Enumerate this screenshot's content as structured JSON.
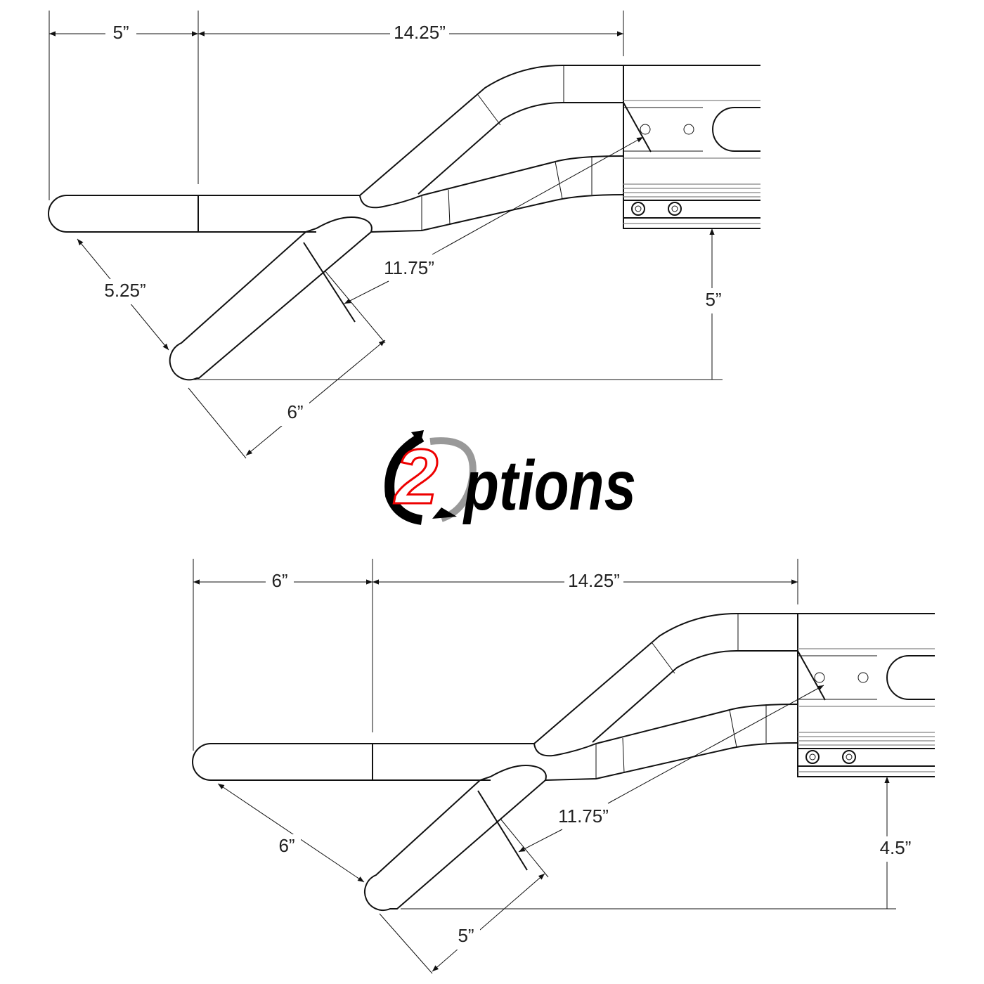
{
  "logo": {
    "numeral": "2",
    "text": "ptions",
    "accent_color": "#e00000"
  },
  "option_1": {
    "dims": {
      "tip_length": "5”",
      "straight_length": "14.25”",
      "diagonal_tip": "5.25”",
      "branch_length": "6”",
      "span": "11.75”",
      "drop": "5”"
    }
  },
  "option_2": {
    "dims": {
      "tip_length": "6”",
      "straight_length": "14.25”",
      "diagonal_tip": "6”",
      "branch_length": "5”",
      "span": "11.75”",
      "drop": "4.5”"
    }
  }
}
